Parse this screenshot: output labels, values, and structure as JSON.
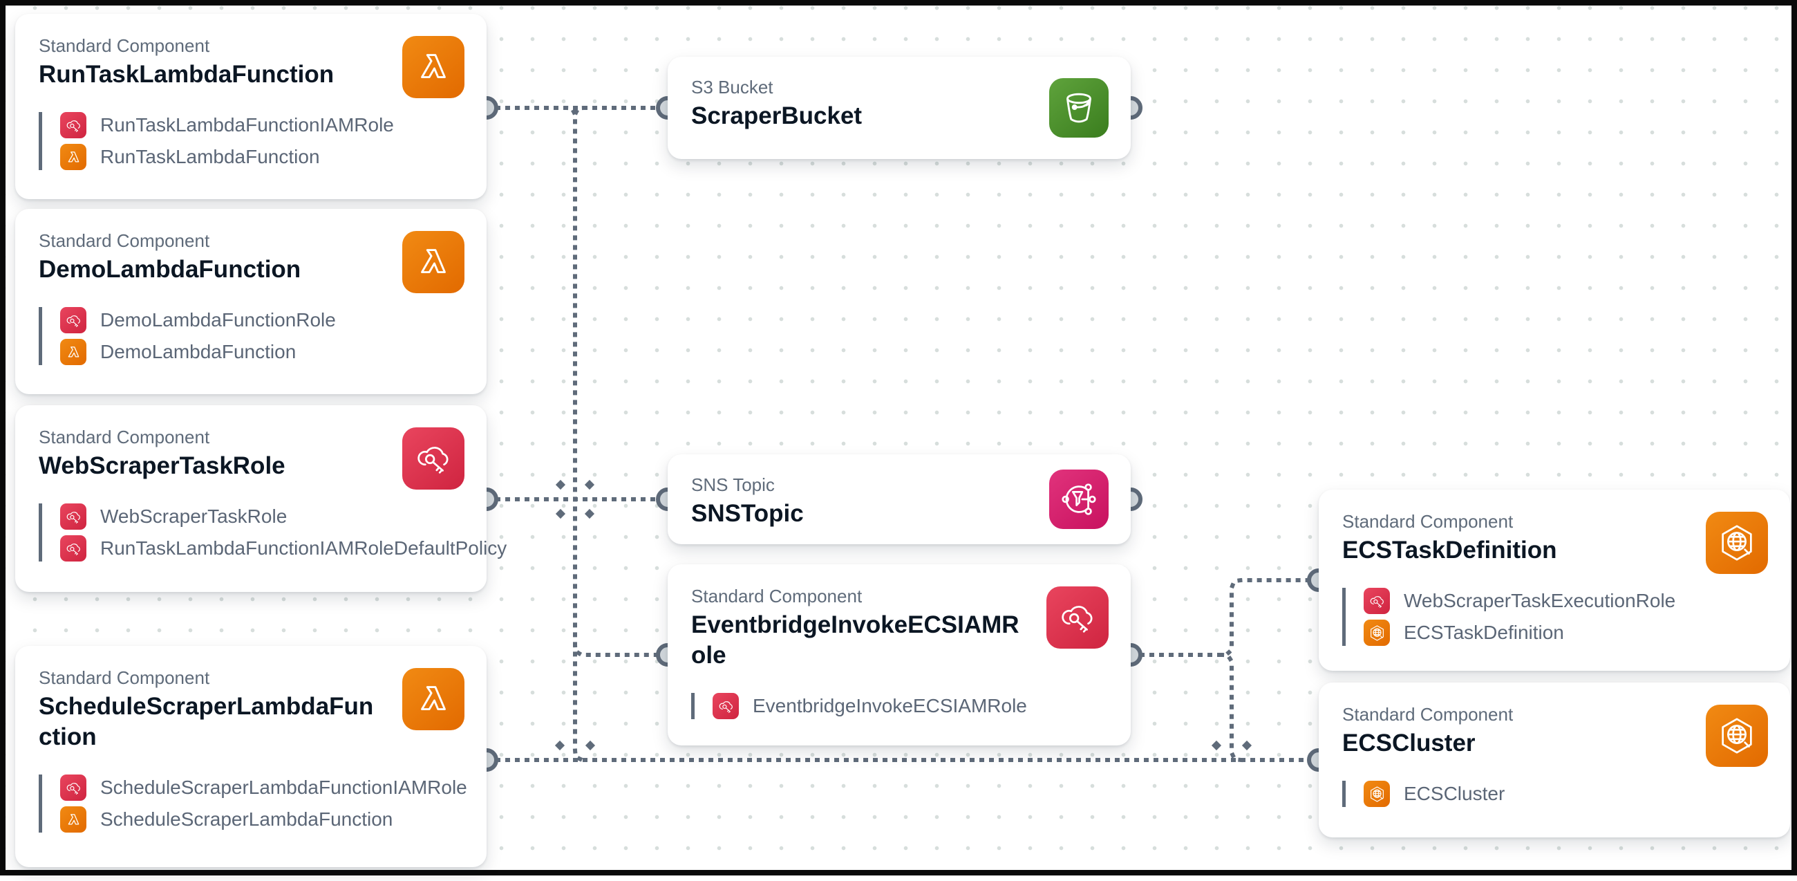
{
  "canvas": {
    "background": "#ffffff",
    "frame_color": "#000000",
    "grid_dot_color": "#d7dedc",
    "connector_color": "#5f6b7a",
    "port_fill": "#d4dade"
  },
  "colors": {
    "lambda_orange": "#ED7100",
    "iam_red": "#DD344C",
    "s3_green": "#4E8F2E",
    "sns_pink": "#DB1C6D",
    "ecs_orange": "#ED7100"
  },
  "cards": [
    {
      "type_label": "Standard Component",
      "title": "RunTaskLambdaFunction",
      "icon": "lambda-icon",
      "items": [
        {
          "label": "RunTaskLambdaFunctionIAMRole",
          "icon": "iam-role-icon"
        },
        {
          "label": "RunTaskLambdaFunction",
          "icon": "lambda-icon"
        }
      ]
    },
    {
      "type_label": "Standard Component",
      "title": "DemoLambdaFunction",
      "icon": "lambda-icon",
      "items": [
        {
          "label": "DemoLambdaFunctionRole",
          "icon": "iam-role-icon"
        },
        {
          "label": "DemoLambdaFunction",
          "icon": "lambda-icon"
        }
      ]
    },
    {
      "type_label": "Standard Component",
      "title": "WebScraperTaskRole",
      "icon": "iam-role-icon",
      "items": [
        {
          "label": "WebScraperTaskRole",
          "icon": "iam-role-icon"
        },
        {
          "label": "RunTaskLambdaFunctionIAMRoleDefaultPolicy",
          "icon": "iam-role-icon"
        }
      ]
    },
    {
      "type_label": "Standard Component",
      "title": "ScheduleScraperLambdaFunction",
      "icon": "lambda-icon",
      "items": [
        {
          "label": "ScheduleScraperLambdaFunctionIAMRole",
          "icon": "iam-role-icon"
        },
        {
          "label": "ScheduleScraperLambdaFunction",
          "icon": "lambda-icon"
        }
      ]
    },
    {
      "type_label": "S3 Bucket",
      "title": "ScraperBucket",
      "icon": "s3-bucket-icon",
      "items": []
    },
    {
      "type_label": "SNS Topic",
      "title": "SNSTopic",
      "icon": "sns-topic-icon",
      "items": []
    },
    {
      "type_label": "Standard Component",
      "title": "EventbridgeInvokeECSIAMRole",
      "icon": "iam-role-icon",
      "items": [
        {
          "label": "EventbridgeInvokeECSIAMRole",
          "icon": "iam-role-icon"
        }
      ]
    },
    {
      "type_label": "Standard Component",
      "title": "ECSTaskDefinition",
      "icon": "ecs-icon",
      "items": [
        {
          "label": "WebScraperTaskExecutionRole",
          "icon": "iam-role-icon"
        },
        {
          "label": "ECSTaskDefinition",
          "icon": "ecs-icon"
        }
      ]
    },
    {
      "type_label": "Standard Component",
      "title": "ECSCluster",
      "icon": "ecs-icon",
      "items": [
        {
          "label": "ECSCluster",
          "icon": "ecs-icon"
        }
      ]
    }
  ],
  "connections": [
    {
      "from": "RunTaskLambdaFunction",
      "to": "ScraperBucket"
    },
    {
      "from": "WebScraperTaskRole",
      "to": "SNSTopic"
    },
    {
      "from": "left-components-trunk",
      "to": "EventbridgeInvokeECSIAMRole"
    },
    {
      "from": "ScheduleScraperLambdaFunction",
      "to": "ECSCluster"
    },
    {
      "from": "EventbridgeInvokeECSIAMRole",
      "to": "ECSTaskDefinition"
    },
    {
      "from": "EventbridgeInvokeECSIAMRole",
      "to": "ECSCluster"
    }
  ]
}
